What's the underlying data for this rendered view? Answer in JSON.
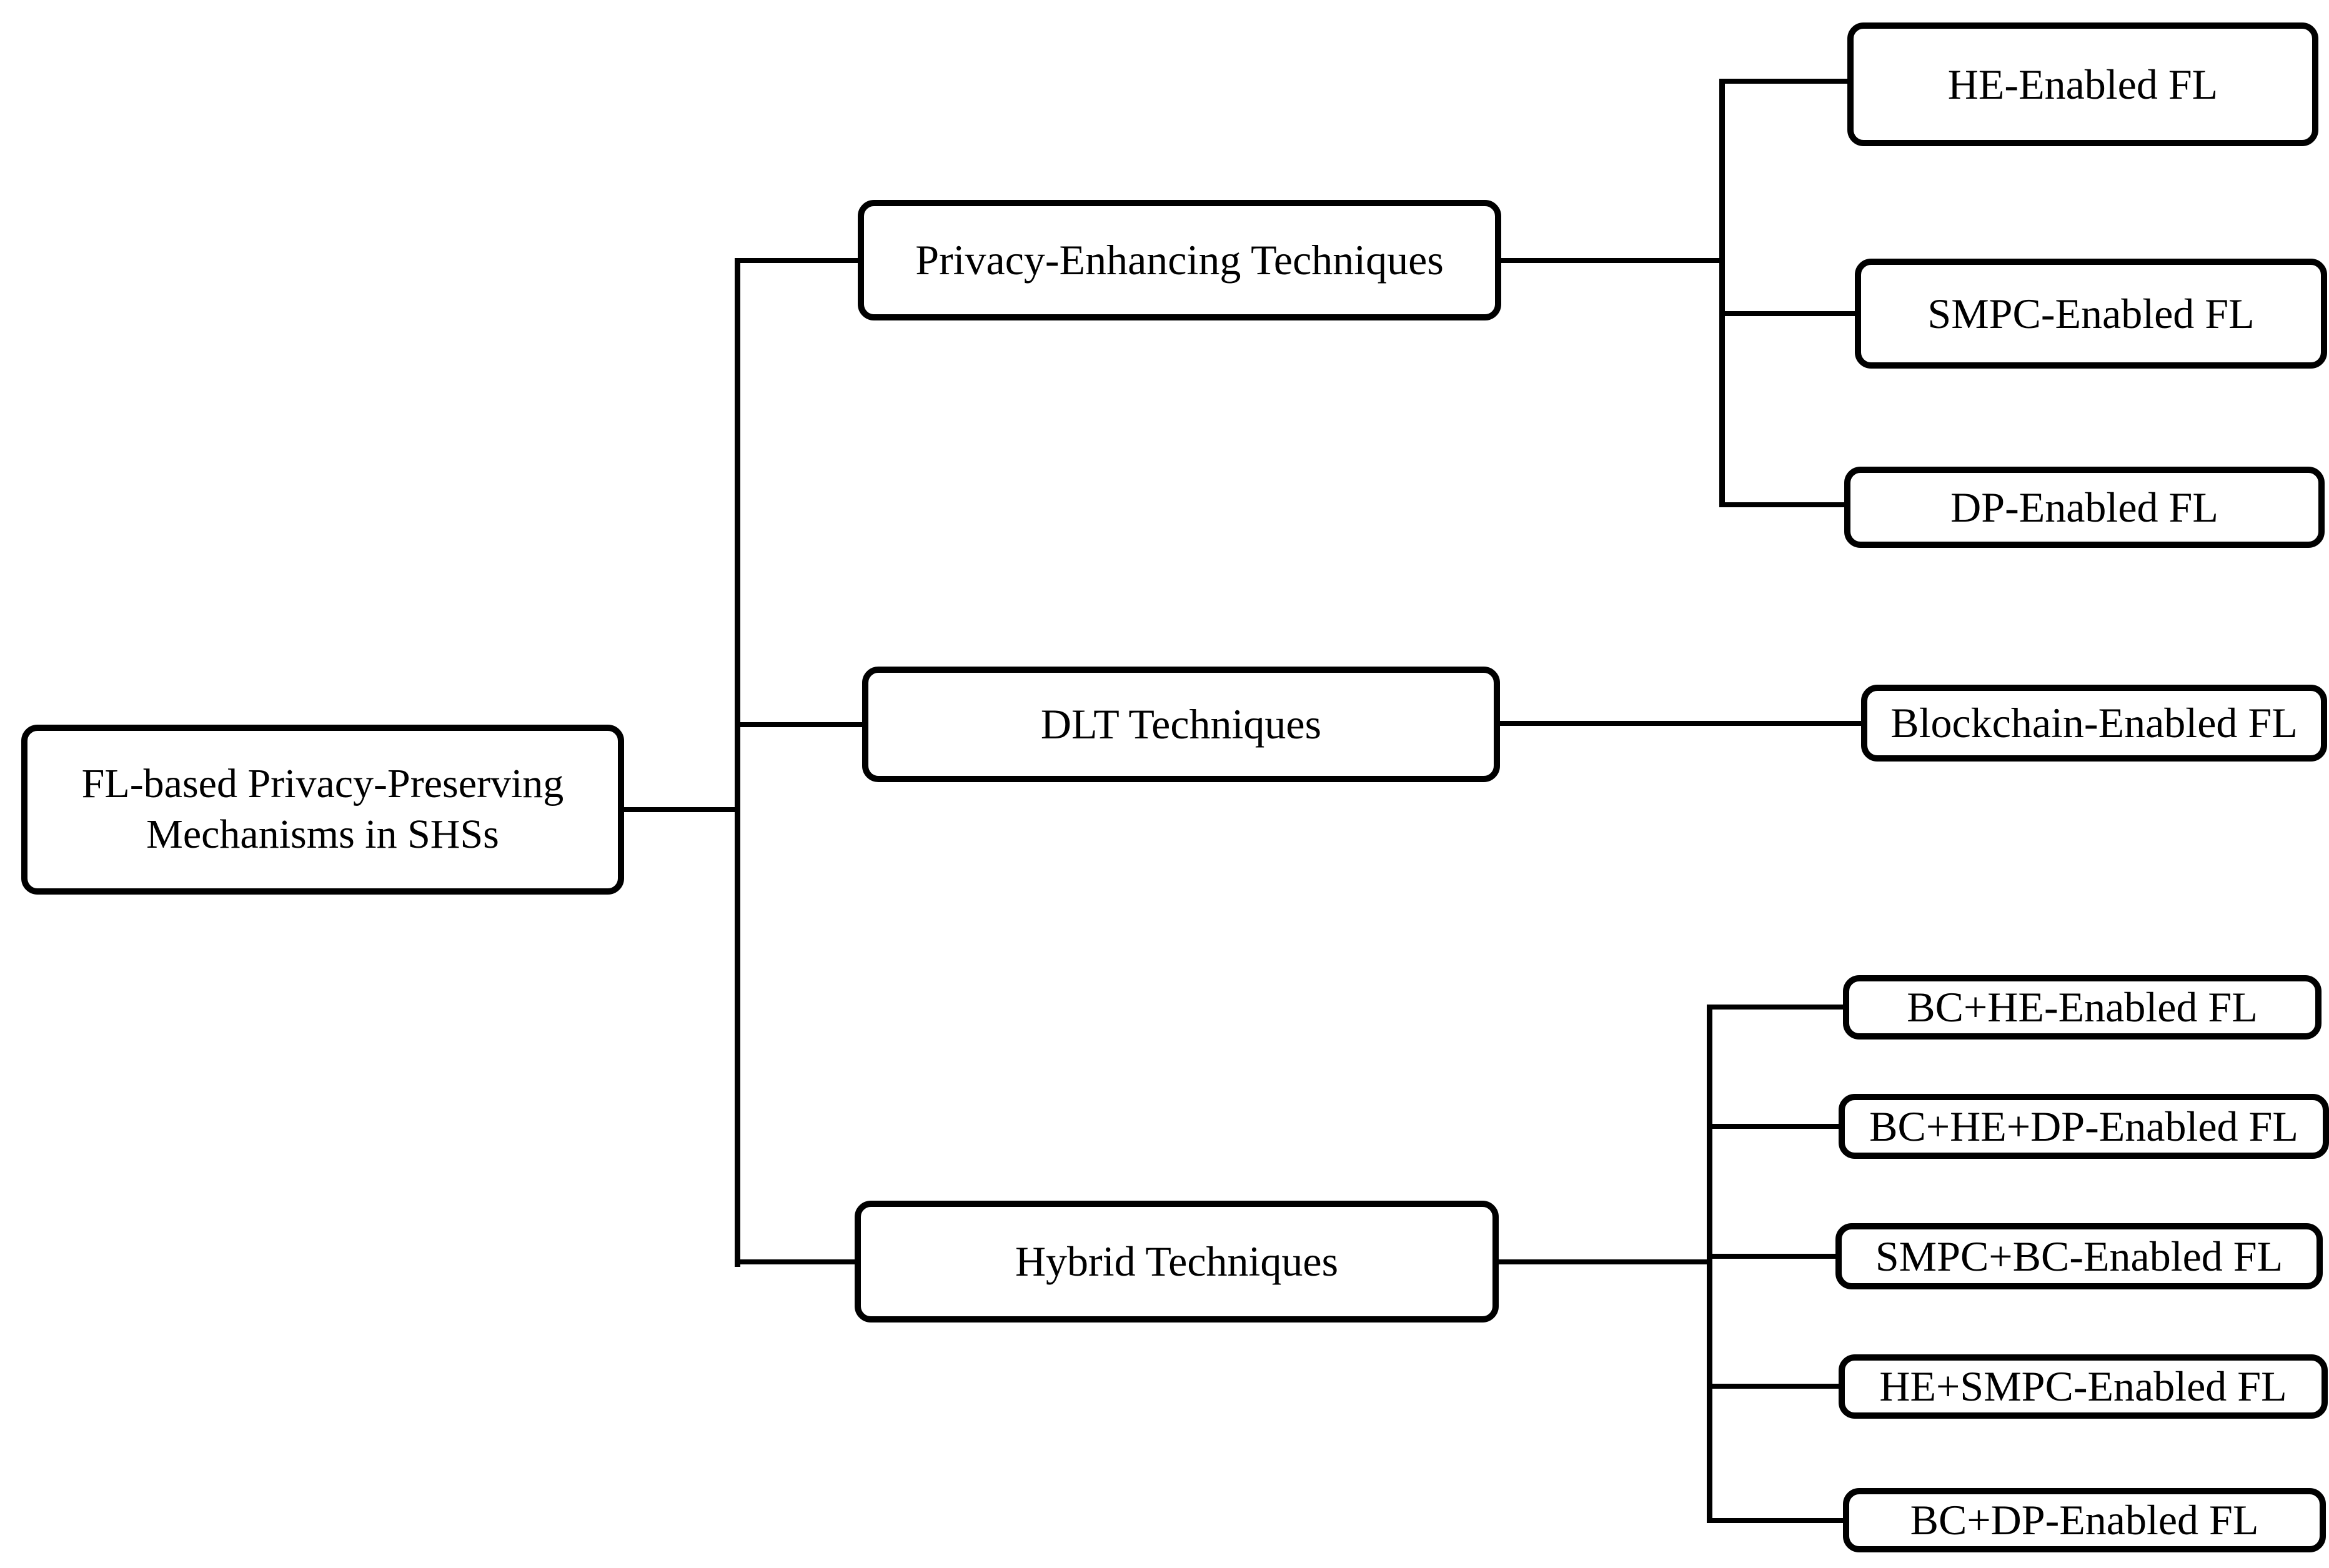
{
  "diagram": {
    "type": "tree",
    "orientation": "left-to-right",
    "colors": {
      "background": "#ffffff",
      "line": "#000000",
      "box_fill": "#ffffff",
      "box_border": "#000000",
      "text": "#000000"
    },
    "root": {
      "label": "FL-based Privacy-Preserving Mechanisms in SHSs"
    },
    "branches": [
      {
        "label": "Privacy-Enhancing Techniques",
        "children": [
          {
            "label": "HE-Enabled FL"
          },
          {
            "label": "SMPC-Enabled FL"
          },
          {
            "label": "DP-Enabled FL"
          }
        ]
      },
      {
        "label": "DLT Techniques",
        "children": [
          {
            "label": "Blockchain-Enabled FL"
          }
        ]
      },
      {
        "label": "Hybrid Techniques",
        "children": [
          {
            "label": "BC+HE-Enabled FL"
          },
          {
            "label": "BC+HE+DP-Enabled FL"
          },
          {
            "label": "SMPC+BC-Enabled FL"
          },
          {
            "label": "HE+SMPC-Enabled FL"
          },
          {
            "label": "BC+DP-Enabled FL"
          }
        ]
      }
    ]
  }
}
